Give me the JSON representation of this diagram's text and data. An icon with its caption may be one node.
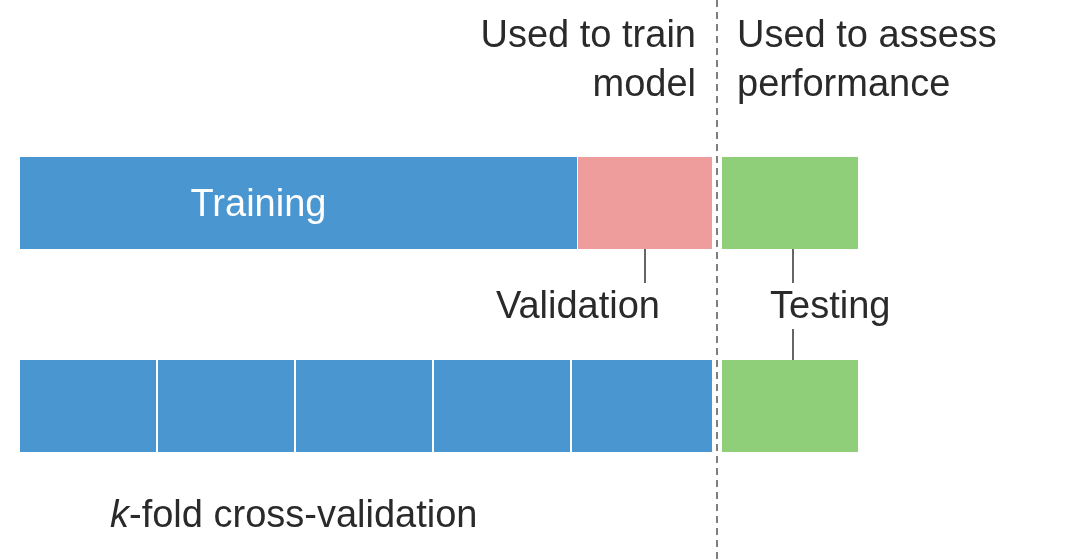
{
  "diagram": {
    "nodes": [
      {
        "text": [
          "Training"
        ]
      },
      {
        "text": [],
        "shape": "box"
      },
      {
        "text": [],
        "shape": "box"
      },
      {
        "text": [
          "Validation"
        ]
      },
      {
        "text": [
          "Testing"
        ]
      },
      {
        "text": [],
        "shape": "box"
      },
      {
        "text": [],
        "shape": "box"
      },
      {
        "text": [],
        "shape": "box"
      },
      {
        "text": [],
        "shape": "box"
      },
      {
        "text": [],
        "shape": "box"
      },
      {
        "text": [],
        "shape": "box"
      }
    ],
    "edges": [
      {
        "from": 3,
        "to": 1,
        "arrow": "none"
      },
      {
        "from": 4,
        "to": 2,
        "arrow": "none"
      },
      {
        "from": 4,
        "to": 10,
        "arrow": "none"
      }
    ],
    "labels": [
      "Used to train model",
      "Used to assess performance",
      "*k*-fold cross-validation"
    ]
  }
}
